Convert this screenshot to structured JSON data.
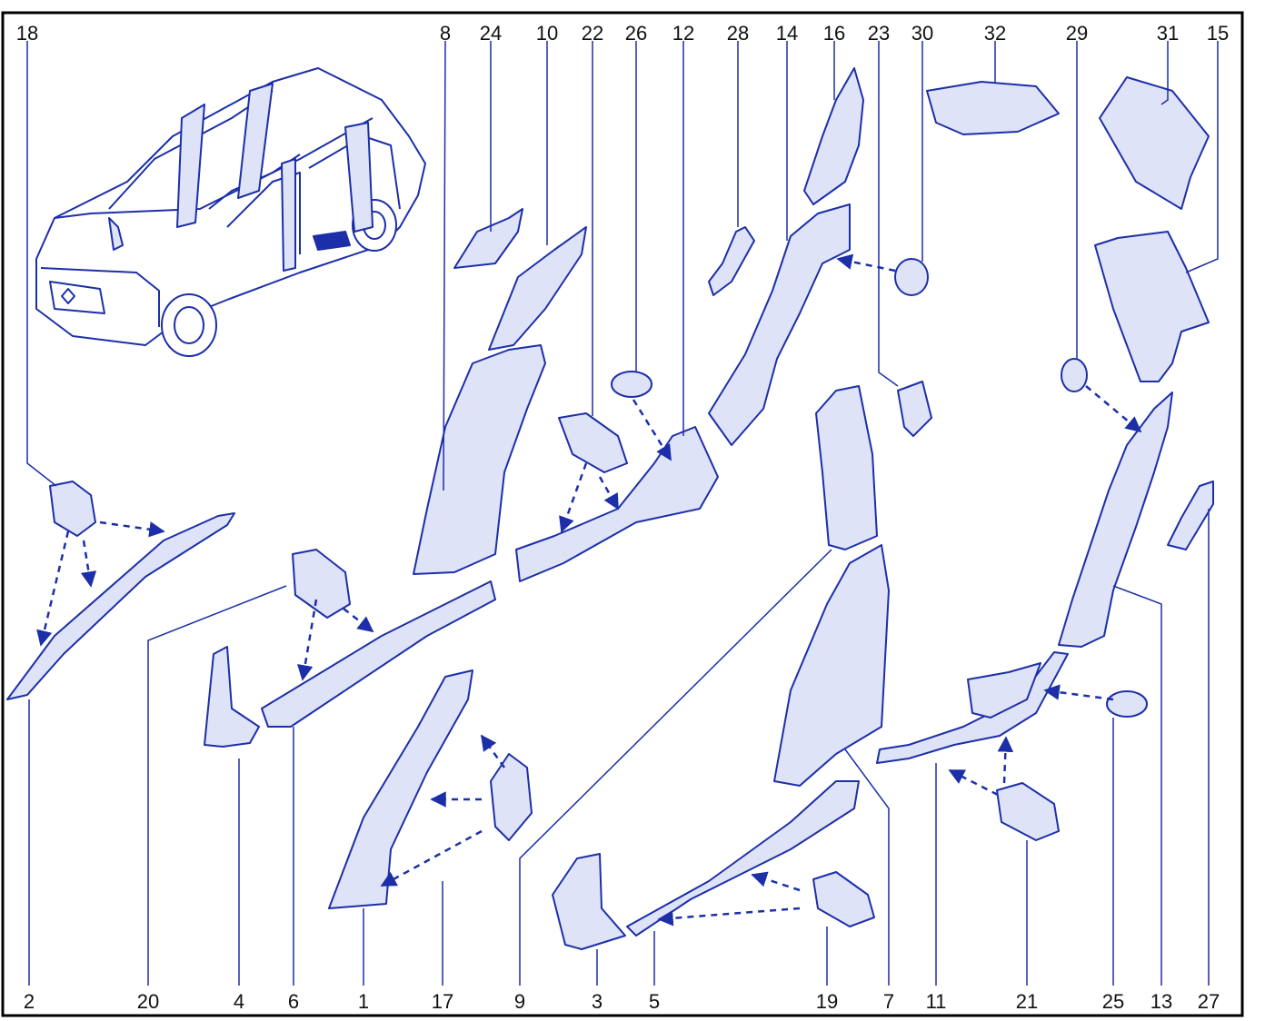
{
  "colors": {
    "line": "#1c2fa8",
    "fill": "#dfe3f7",
    "frame": "#000000",
    "text": "#111111"
  },
  "top_labels": [
    "18",
    "8",
    "24",
    "10",
    "22",
    "26",
    "12",
    "28",
    "14",
    "16",
    "23",
    "30",
    "32",
    "29",
    "31",
    "15"
  ],
  "bottom_labels": [
    "2",
    "20",
    "4",
    "6",
    "1",
    "17",
    "9",
    "3",
    "5",
    "19",
    "7",
    "11",
    "21",
    "25",
    "13",
    "27"
  ]
}
